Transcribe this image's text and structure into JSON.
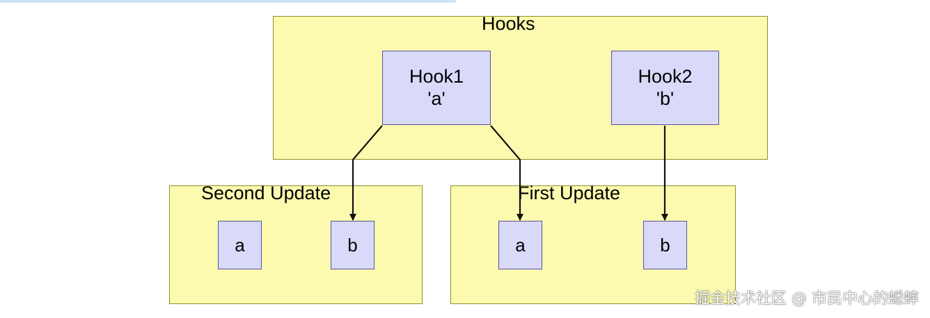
{
  "colors": {
    "group_fill": "#fbfaaf",
    "group_border": "#8f8f2a",
    "node_fill": "#d9d9fa",
    "node_border": "#5b4ea6",
    "edge": "#111111"
  },
  "hooks_group": {
    "title": "Hooks",
    "hook1": "Hook1\n'a'",
    "hook2": "Hook2\n'b'"
  },
  "second_update": {
    "title": "Second Update",
    "node_a": "a",
    "node_b": "b"
  },
  "first_update": {
    "title": "First Update",
    "node_a": "a",
    "node_b": "b"
  },
  "edges": [
    {
      "from": "hook1",
      "to": "second-update-b"
    },
    {
      "from": "hook1",
      "to": "first-update-a"
    },
    {
      "from": "hook2",
      "to": "first-update-b"
    }
  ],
  "watermark": "掘金技术社区 @ 市民中心的蟋蟀"
}
